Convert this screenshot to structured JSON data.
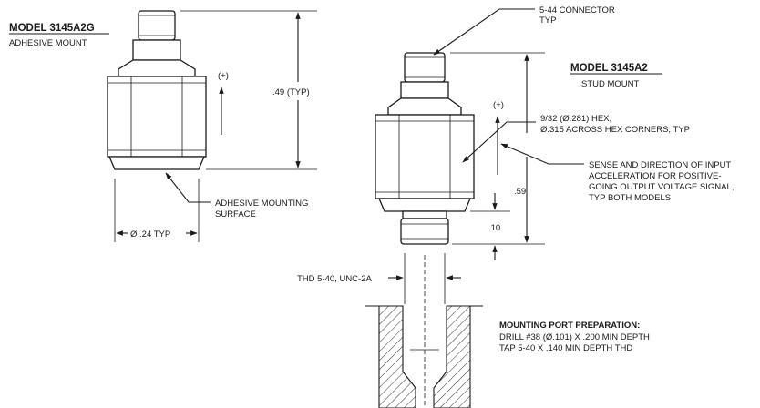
{
  "model_a": {
    "title": "MODEL 3145A2G",
    "subtitle": "ADHESIVE MOUNT",
    "plus_label": "(+)",
    "height_dim": ".49 (TYP)",
    "surface_note_1": "ADHESIVE MOUNTING",
    "surface_note_2": "SURFACE",
    "width_dim": "Ø .24 TYP"
  },
  "connector": {
    "line_1": "5-44 CONNECTOR",
    "line_2": "TYP"
  },
  "model_b": {
    "title": "MODEL 3145A2",
    "subtitle": "STUD MOUNT",
    "plus_label": "(+)",
    "height_dim": ".59",
    "stud_dim": ".10"
  },
  "hex_note": {
    "line_1": "9/32 (Ø.281) HEX,",
    "line_2": "Ø.315 ACROSS HEX CORNERS, TYP"
  },
  "sense_note": {
    "line_1": "SENSE AND DIRECTION OF INPUT",
    "line_2": "ACCELERATION FOR POSITIVE-",
    "line_3": "GOING OUTPUT VOLTAGE SIGNAL,",
    "line_4": "TYP BOTH MODELS"
  },
  "thread_label": "THD 5-40, UNC-2A",
  "port_prep": {
    "title": "MOUNTING PORT PREPARATION:",
    "line_1": "DRILL #38 (Ø.101) X .200 MIN DEPTH",
    "line_2": "TAP 5-40 X .140 MIN DEPTH THD"
  }
}
